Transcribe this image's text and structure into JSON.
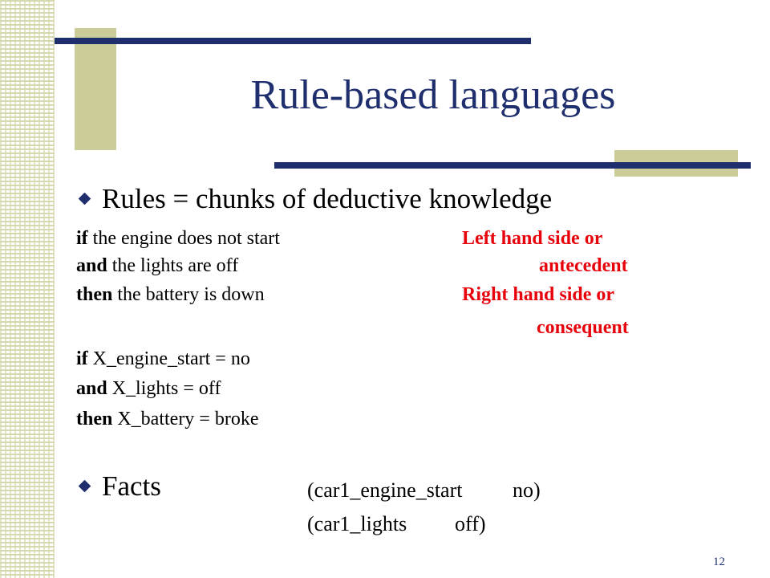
{
  "slide": {
    "title": "Rule-based languages",
    "page_number": "12"
  },
  "bullet_rules": "Rules = chunks of deductive knowledge",
  "rule_text": {
    "line1": {
      "kw": "if",
      "text": " the engine does not start"
    },
    "line2": {
      "kw": "and",
      "text": " the lights are off"
    },
    "line3": {
      "kw": "then",
      "text": " the battery is down"
    }
  },
  "annotations": {
    "lhs_line1": "Left hand side or",
    "lhs_line2": "antecedent",
    "rhs_line1": "Right hand side or",
    "rhs_line2": "consequent"
  },
  "rule_vars": {
    "line1": {
      "kw": "if",
      "text": " X_engine_start  = no"
    },
    "line2": {
      "kw": "and",
      "text": " X_lights = off"
    },
    "line3": {
      "kw": "then",
      "text": " X_battery = broke"
    }
  },
  "bullet_facts": "Facts",
  "facts": [
    {
      "name": "(car1_engine_start",
      "value": "no)"
    },
    {
      "name": "(car1_lights",
      "value": "off)"
    }
  ],
  "colors": {
    "navy": "#1f2f6e",
    "tan": "#cccc99",
    "red": "#e8000b"
  }
}
